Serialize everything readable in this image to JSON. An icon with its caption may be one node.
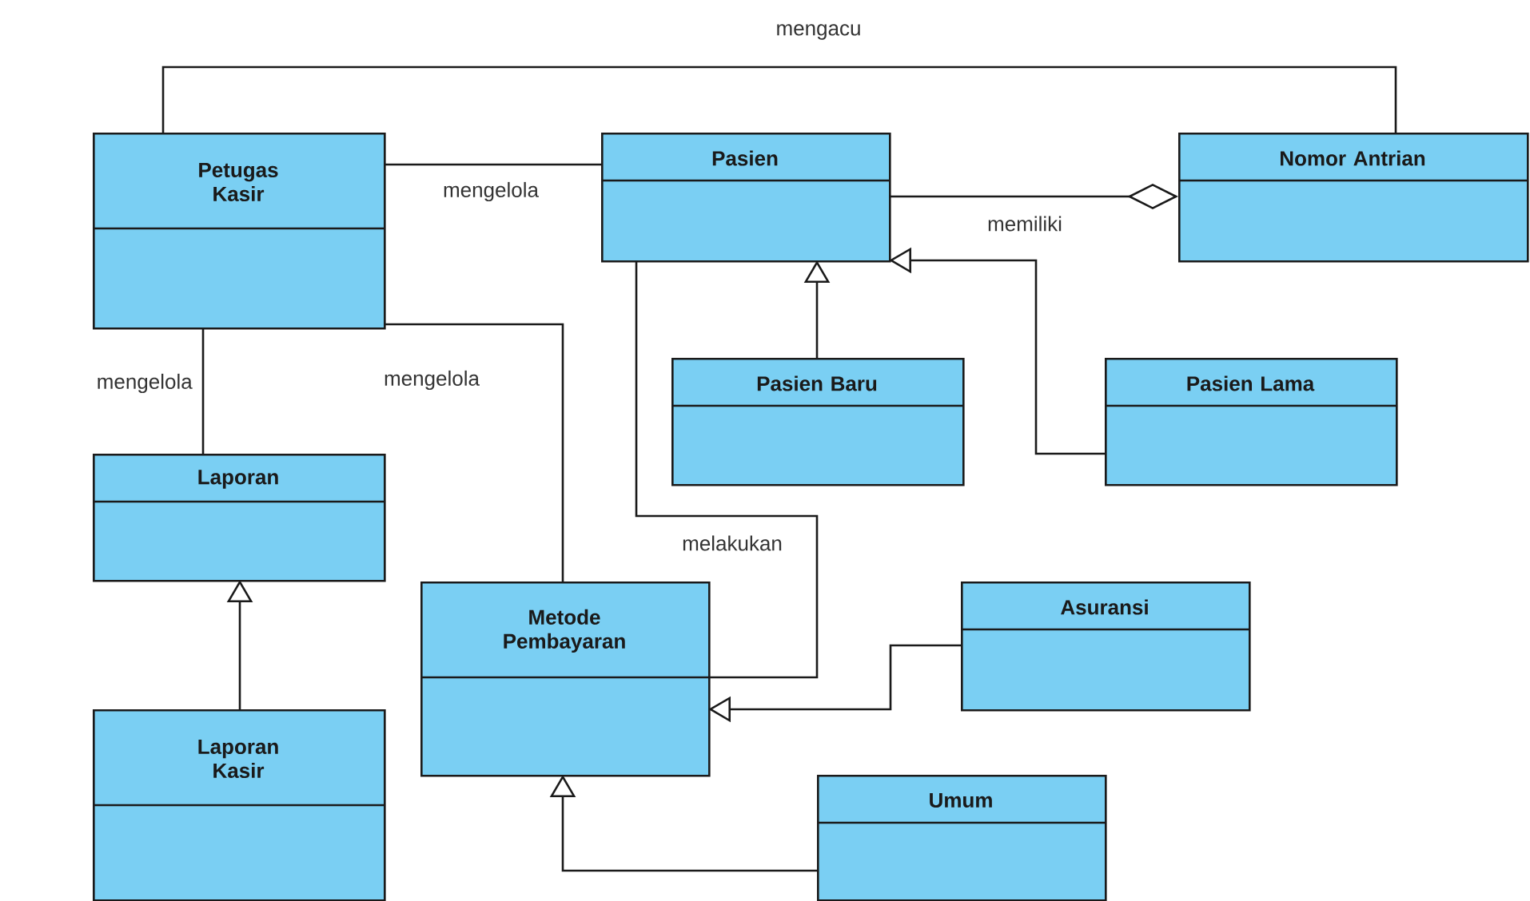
{
  "diagram": {
    "nodes": [
      {
        "text": [
          "Petugas Kasir"
        ]
      },
      {
        "text": [
          "Pasien"
        ]
      },
      {
        "text": [
          "Nomor Antrian"
        ]
      },
      {
        "text": [
          "Pasien Baru"
        ]
      },
      {
        "text": [
          "Pasien Lama"
        ]
      },
      {
        "text": [
          "Laporan"
        ]
      },
      {
        "text": [
          "Metode Pembayaran"
        ]
      },
      {
        "text": [
          "Asuransi"
        ]
      },
      {
        "text": [
          "Laporan Kasir"
        ]
      },
      {
        "text": [
          "Umum"
        ]
      }
    ],
    "edges": [
      {
        "from": 0,
        "to": 2,
        "arrow": "none",
        "label": "mengacu"
      },
      {
        "from": 0,
        "to": 1,
        "arrow": "none",
        "label": "mengelola"
      },
      {
        "from": 1,
        "to": 2,
        "arrow": "other",
        "label": "memiliki"
      },
      {
        "from": 3,
        "to": 1,
        "arrow": "to"
      },
      {
        "from": 4,
        "to": 1,
        "arrow": "to"
      },
      {
        "from": 0,
        "to": 5,
        "arrow": "none",
        "label": "mengelola"
      },
      {
        "from": 0,
        "to": 6,
        "arrow": "none",
        "label": "mengelola"
      },
      {
        "from": 1,
        "to": 6,
        "arrow": "none",
        "label": "melakukan"
      },
      {
        "from": 7,
        "to": 6,
        "arrow": "to"
      },
      {
        "from": 9,
        "to": 6,
        "arrow": "to"
      },
      {
        "from": 8,
        "to": 5,
        "arrow": "to"
      }
    ]
  }
}
